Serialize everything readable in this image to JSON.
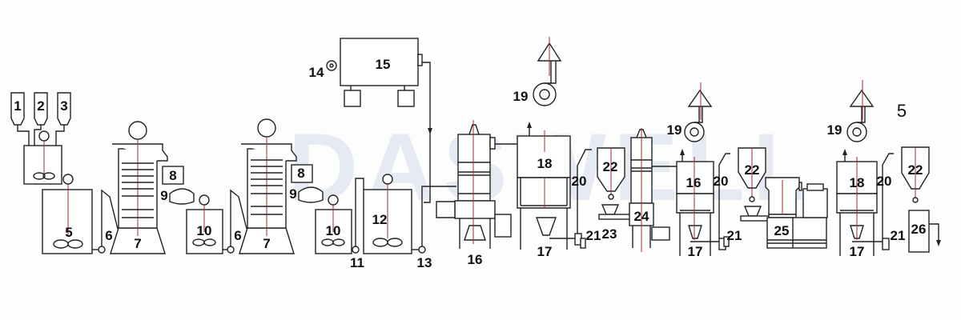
{
  "watermark": "DASWELL",
  "colors": {
    "line": "#222222",
    "axis_line": "#a52a2a",
    "background": "#fdfdfe"
  },
  "labels": {
    "l1": "1",
    "l2": "2",
    "l3": "3",
    "l5a": "5",
    "l6a": "6",
    "l7a": "7",
    "l8a": "8",
    "l9a": "9",
    "l10a": "10",
    "l6b": "6",
    "l7b": "7",
    "l8b": "8",
    "l9b": "9",
    "l10b": "10",
    "l11": "11",
    "l12": "12",
    "l13": "13",
    "l14": "14",
    "l15": "15",
    "l16a": "16",
    "l17a": "17",
    "l18a": "18",
    "l19a": "19",
    "l20a": "20",
    "l21a": "21",
    "l22a": "22",
    "l23": "23",
    "l24": "24",
    "l16b": "16",
    "l17b": "17",
    "l19b": "19",
    "l20b": "20",
    "l21b": "21",
    "l22b": "22",
    "l25": "25",
    "l17c": "17",
    "l18c": "18",
    "l19c": "19",
    "l20c": "20",
    "l21c": "21",
    "l22c": "22",
    "l26": "26",
    "l5b": "5"
  }
}
